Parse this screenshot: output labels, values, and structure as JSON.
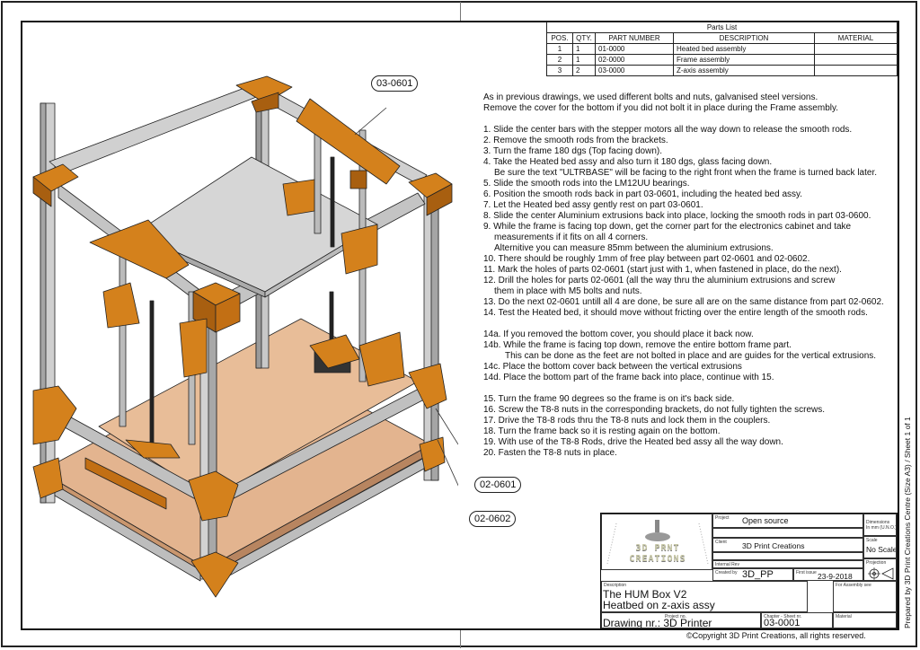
{
  "parts_list": {
    "title": "Parts List",
    "headers": [
      "POS.",
      "QTY.",
      "PART NUMBER",
      "DESCRIPTION",
      "MATERIAL"
    ],
    "rows": [
      {
        "pos": "1",
        "qty": "1",
        "part_number": "01-0000",
        "description": "Heated bed assembly",
        "material": ""
      },
      {
        "pos": "2",
        "qty": "1",
        "part_number": "02-0000",
        "description": "Frame assembly",
        "material": ""
      },
      {
        "pos": "3",
        "qty": "2",
        "part_number": "03-0000",
        "description": "Z-axis assembly",
        "material": ""
      }
    ]
  },
  "instructions": {
    "intro": [
      "As in previous drawings, we used different bolts and nuts, galvanised steel versions.",
      "Remove the cover for the bottom if you did not bolt it in place during the Frame assembly."
    ],
    "steps_a": [
      "1. Slide the center bars with the stepper motors all the way down to release the smooth rods.",
      "2. Remove the smooth rods from the brackets.",
      "3. Turn the frame 180 dgs (Top facing down).",
      "4. Take the Heated bed assy and also turn it 180 dgs, glass facing down.",
      "Be sure the text \"ULTRBASE\" will be facing to the right front when the frame is turned back later.",
      "5. Slide the smooth rods into the LM12UU bearings.",
      "6. Position the smooth rods back in part 03-0601, including the heated bed assy.",
      "7. Let the Heated bed assy gently rest on part 03-0601.",
      "8. Slide the center Aluminium extrusions back into place, locking the smooth rods in part 03-0600.",
      "9. While the frame is facing top down, get the corner part for the electronics cabinet and take",
      "measurements if it fits on all 4 corners.",
      "Alternitive you can measure 85mm between the aluminium extrusions.",
      "10. There should be roughly 1mm of free play between part 02-0601 and 02-0602.",
      "11. Mark the holes of parts 02-0601 (start just with 1, when fastened in place, do the next).",
      "12. Drill the holes for parts 02-0601 (all the way thru the aluminium extrusions and screw",
      "them in place with M5 bolts and nuts.",
      "13. Do the next 02-0601 untill all 4 are done, be sure all are on the same distance from part 02-0602.",
      "14. Test the Heated bed, it should move without fricting over the entire length of the smooth rods."
    ],
    "steps_b": [
      "14a. If you removed the bottom cover, you should place it back now.",
      "14b. While the frame is facing top down, remove the entire bottom frame part.",
      "This can be done as the feet are not bolted in place and are guides for the vertical extrusions.",
      "14c. Place the bottom cover back between the vertical extrusions",
      "14d. Place the bottom part of the frame back into place, continue with 15."
    ],
    "steps_c": [
      "15. Turn the frame 90 degrees so the frame is on it's back side.",
      "16. Screw the T8-8 nuts in the corresponding brackets, do not fully tighten the screws.",
      "17. Drive the T8-8 rods thru the T8-8 nuts and lock them in the couplers.",
      "18. Turn the frame back so it is resting again on the bottom.",
      "19. With use of the T8-8 Rods, drive the Heated bed assy all the way down.",
      "20. Fasten the T8-8 nuts in place."
    ]
  },
  "balloons": {
    "top": "03-0601",
    "mid": "02-0601",
    "bottom": "02-0602"
  },
  "title_block": {
    "logo_line1": "3D PRNT",
    "logo_line2": "CREATIONS",
    "project_label": "Project",
    "project_value": "Open source",
    "client_label": "Client",
    "client_value": "3D Print Creations",
    "internal_rev_label": "Internal Rev",
    "created_by_label": "Created by",
    "created_by_value": "3D_PP",
    "first_issue_label": "First issue",
    "first_issue_value": "23-9-2018",
    "dimensions_label": "Dimensions",
    "dimensions_value": "In mm (U.N.O.)",
    "scale_label": "Scale",
    "scale_value": "No Scale",
    "projection_label": "Projection",
    "description_label": "Description",
    "description_line1": "The HUM Box V2",
    "description_line2": "Heatbed on z-axis assy",
    "for_assembly_label": "For Assembly see",
    "project_no_label": "Project no.",
    "project_no_value": "Drawing nr.: 3D Printer",
    "chapter_label": "Chapter - Sheet nr.",
    "chapter_value": "03-0001",
    "material_label": "Material"
  },
  "side_text": "Prepared by 3D Print Creations Centre (Size A3) / Sheet 1  of 1",
  "copyright": "©Copyright 3D Print Creations, all rights reserved.",
  "colors": {
    "printed_part": "#d4811c",
    "printed_part_dark": "#a85f10",
    "aluminium": "#c8c8c8",
    "aluminium_dark": "#9a9a9a",
    "bed_glass": "#d6d6d6",
    "wood": "#e3b48f",
    "wood_dark": "#c9966e",
    "line": "#222222"
  }
}
